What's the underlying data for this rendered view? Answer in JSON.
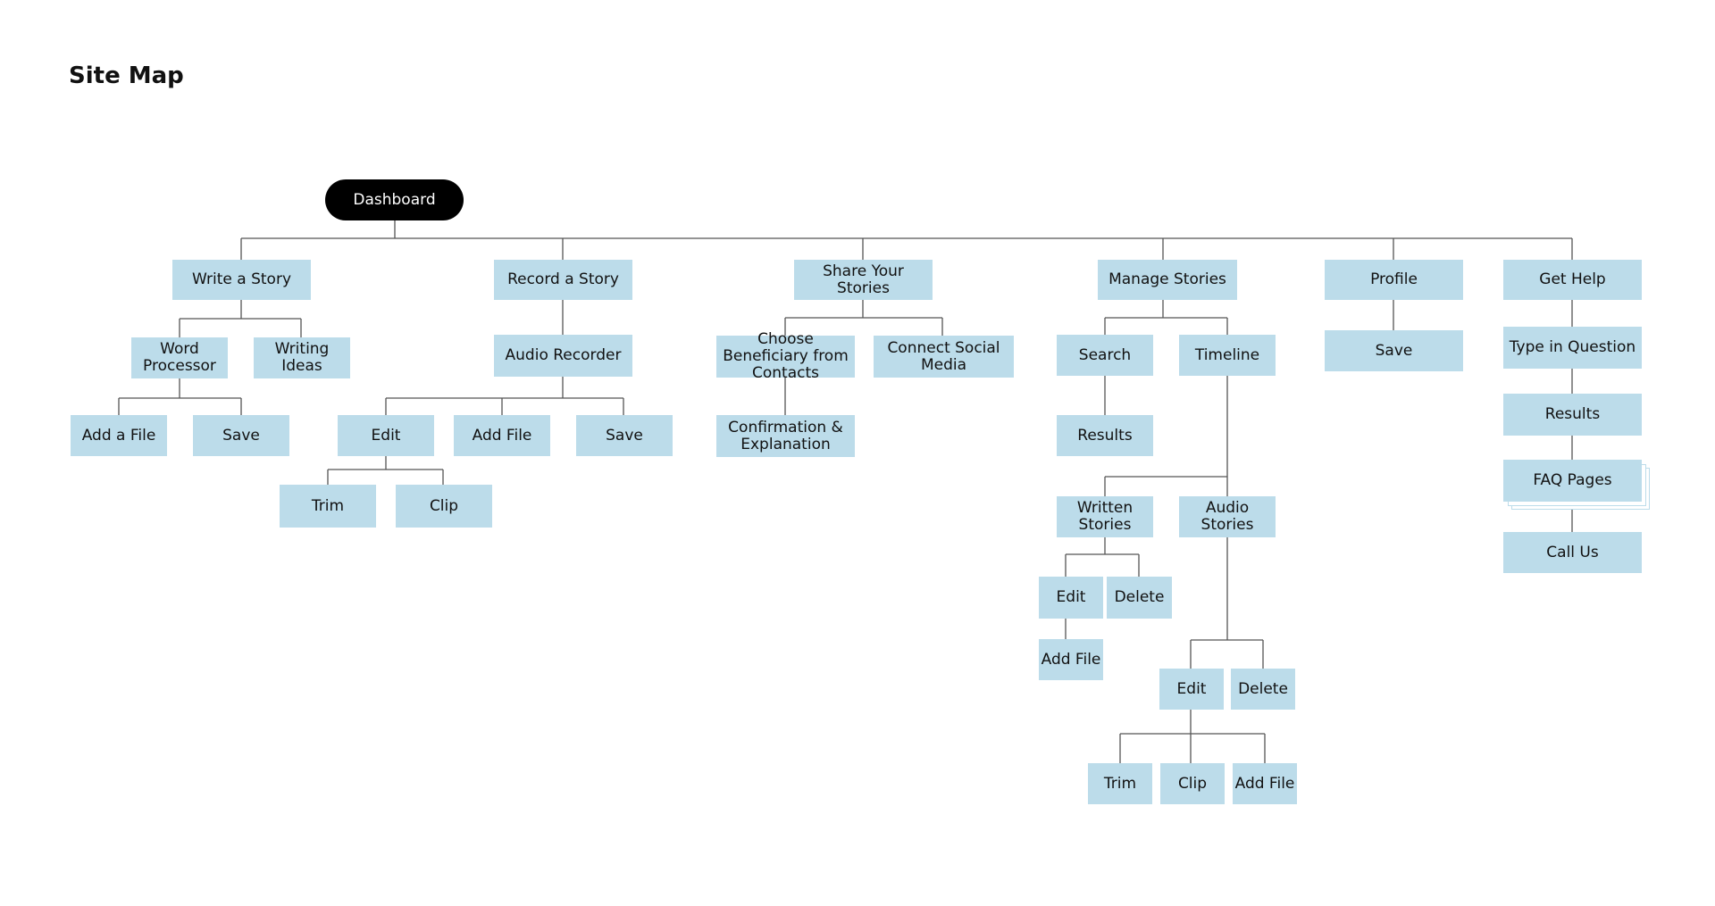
{
  "title": "Site Map",
  "root": "Dashboard",
  "colors": {
    "node_fill": "#bcdcea",
    "root_fill": "#000000",
    "connector": "#555555"
  },
  "nodes": {
    "write_story": "Write a Story",
    "word_processor": "Word Processor",
    "writing_ideas": "Writing Ideas",
    "ws_add_file": "Add a File",
    "ws_save": "Save",
    "record_story": "Record a Story",
    "audio_recorder": "Audio Recorder",
    "rs_edit": "Edit",
    "rs_add_file": "Add File",
    "rs_save": "Save",
    "rs_trim": "Trim",
    "rs_clip": "Clip",
    "share_stories": "Share Your Stories",
    "choose_beneficiary": "Choose Beneficiary from Contacts",
    "connect_social": "Connect Social Media",
    "confirmation": "Confirmation & Explanation",
    "manage_stories": "Manage Stories",
    "ms_search": "Search",
    "ms_timeline": "Timeline",
    "ms_results": "Results",
    "written_stories": "Written Stories",
    "audio_stories": "Audio Stories",
    "w_edit": "Edit",
    "w_delete": "Delete",
    "w_add_file": "Add File",
    "a_edit": "Edit",
    "a_delete": "Delete",
    "a_trim": "Trim",
    "a_clip": "Clip",
    "a_add_file": "Add File",
    "profile": "Profile",
    "profile_save": "Save",
    "get_help": "Get Help",
    "type_question": "Type in Question",
    "help_results": "Results",
    "faq_pages": "FAQ Pages",
    "call_us": "Call Us"
  }
}
